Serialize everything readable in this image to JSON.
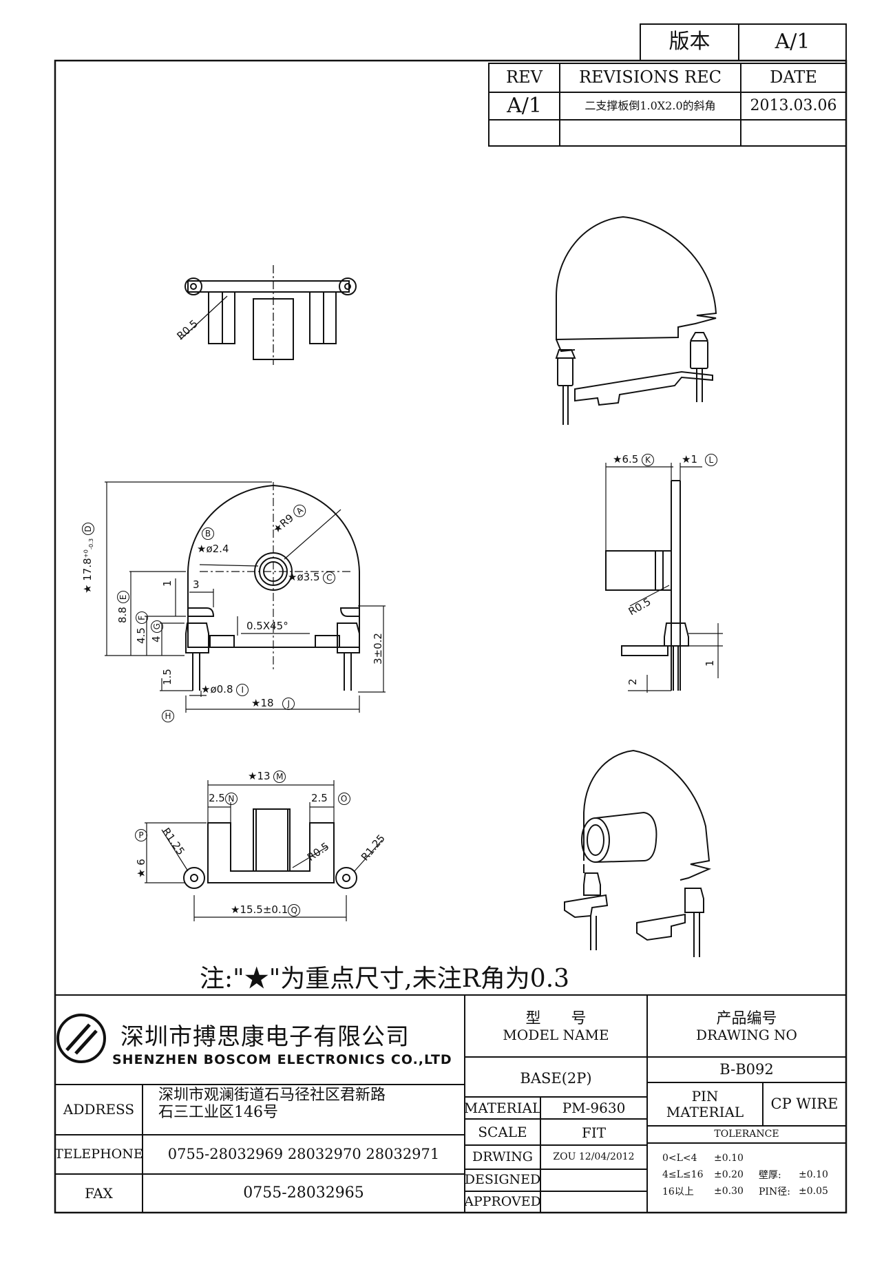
{
  "version_box": {
    "label": "版本",
    "value": "A/1"
  },
  "revision_table": {
    "headers": [
      "REV",
      "REVISIONS REC",
      "DATE"
    ],
    "rows": [
      {
        "rev": "A/1",
        "desc": "二支撑板倒1.0X2.0的斜角",
        "date": "2013.03.06"
      }
    ]
  },
  "dimensions": {
    "front": {
      "d_label": "D",
      "d_value": "17.8",
      "d_tol_upper": "+0",
      "d_tol_lower": "-0.3",
      "e_label": "E",
      "e_value": "8.8",
      "f_label": "F",
      "f_value": "4.5",
      "g_label": "G",
      "g_value": "4",
      "h_label": "H",
      "h_value": "1.5",
      "b_label": "B",
      "b_value": "ø2.4",
      "a_label": "A",
      "a_value": "R9",
      "c_label": "C",
      "c_value": "ø3.5",
      "i_label": "I",
      "i_value": "ø0.8",
      "j_label": "J",
      "j_value": "18",
      "v1": "1",
      "v3": "3",
      "chamfer": "0.5X45°",
      "height_tol": "3±0.2"
    },
    "side": {
      "k_label": "K",
      "k_value": "6.5",
      "l_label": "L",
      "l_value": "1",
      "r": "R0.5",
      "v2": "2",
      "v1": "1"
    },
    "top": {
      "r": "R0.5"
    },
    "bottom": {
      "m_label": "M",
      "m_value": "13",
      "n_label": "N",
      "n_value": "2.5",
      "o_label": "O",
      "o_value": "2.5",
      "p_label": "P",
      "p_value": "6",
      "q_label": "Q",
      "q_value": "15.5±0.1",
      "r1": "R1.25",
      "r2": "R0.5",
      "r3": "R1.25"
    },
    "star": "★"
  },
  "note": "注:\"★\"为重点尺寸,未注R角为0.3",
  "title_block": {
    "company_cn": "深圳市搏思康电子有限公司",
    "company_en": "SHENZHEN BOSCOM ELECTRONICS CO.,LTD",
    "address_label": "ADDRESS",
    "address_line1": "深圳市观澜街道石马径社区君新路",
    "address_line2": "石三工业区146号",
    "telephone_label": "TELEPHONE",
    "telephone": "0755-28032969 28032970 28032971",
    "fax_label": "FAX",
    "fax": "0755-28032965",
    "model_label_cn": "型　　号",
    "model_label_en": "MODEL NAME",
    "model_value": "BASE(2P)",
    "drawing_label_cn": "产品编号",
    "drawing_label_en": "DRAWING NO",
    "drawing_value": "B-B092",
    "material_label": "MATERIAL",
    "material_value": "PM-9630",
    "pin_material_label_1": "PIN",
    "pin_material_label_2": "MATERIAL",
    "pin_material_value": "CP WIRE",
    "scale_label": "SCALE",
    "scale_value": "FIT",
    "tolerance_label": "TOLERANCE",
    "drwing_label": "DRWING",
    "drwing_value": "ZOU 12/04/2012",
    "designed_label": "DESIGNED",
    "approved_label": "APPROVED",
    "tolerance_rows": [
      {
        "range": "0<L<4",
        "tol": "±0.10",
        "extra_label": "",
        "extra_value": ""
      },
      {
        "range": "4≤L≤16",
        "tol": "±0.20",
        "extra_label": "壁厚:",
        "extra_value": "±0.10"
      },
      {
        "range": "16以上",
        "tol": "±0.30",
        "extra_label": "PIN径:",
        "extra_value": "±0.05"
      }
    ]
  }
}
